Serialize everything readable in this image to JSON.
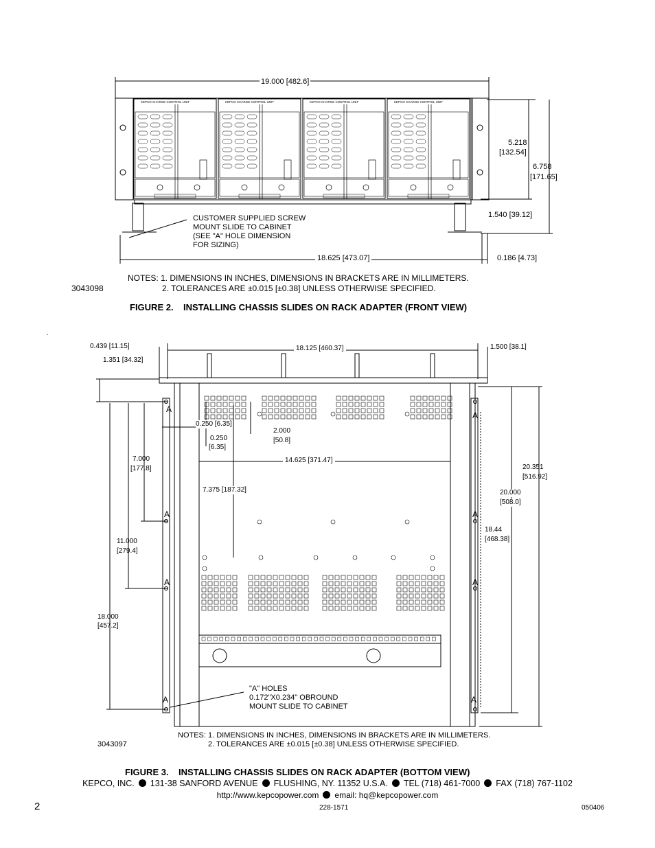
{
  "fig2": {
    "dims": {
      "width": "19.000 [482.6]",
      "height_a": "5.218",
      "height_a_mm": "[132.54]",
      "height_b": "6.758",
      "height_b_mm": "[171.65]",
      "slide": "1.540 [39.12]",
      "depth": "18.625 [473.07]",
      "offset": "0.186 [4.73]"
    },
    "unit_label": "KEPCO CHARGE CONTROL UNIT",
    "callout": [
      "CUSTOMER SUPPLIED SCREW",
      "MOUNT SLIDE TO CABINET",
      "(SEE \"A\" HOLE  DIMENSION",
      "FOR SIZING)"
    ],
    "notes_1": "NOTES: 1. DIMENSIONS IN INCHES, DIMENSIONS IN BRACKETS ARE IN MILLIMETERS.",
    "notes_2": "2. TOLERANCES ARE ±0.015 [±0.38] UNLESS OTHERWISE SPECIFIED.",
    "drawing_no": "3043098",
    "caption": "FIGURE 2.    INSTALLING CHASSIS SLIDES ON RACK ADAPTER (FRONT VIEW)"
  },
  "stray_mark": ".",
  "fig3": {
    "dims": {
      "d0439": "0.439 [11.15]",
      "d18125": "18.125 [460.37]",
      "d1500": "1.500 [38.1]",
      "d1351": "1.351 [34.32]",
      "d0250a": "0.250 [6.35]",
      "d0250b": "0.250",
      "d0250b_mm": "[6.35]",
      "d2000": "2.000",
      "d2000_mm": "[50.8]",
      "d7000": "7.000",
      "d7000_mm": "[177.8]",
      "d14625": "14.625 [371.47]",
      "d20351": "20.351",
      "d20351_mm": "[516.92]",
      "d7375": "7.375 [187.32]",
      "d20000": "20.000",
      "d20000_mm": "[508.0]",
      "d1844": "18.44",
      "d1844_mm": "[468.38]",
      "d11000": "11.000",
      "d11000_mm": "[279.4]",
      "d18000": "18.000",
      "d18000_mm": "[457.2]"
    },
    "hole_label": "A",
    "callout": [
      "\"A\" HOLES",
      "0.172\"X0.234\" OBROUND",
      "MOUNT SLIDE TO CABINET"
    ],
    "notes_1": "NOTES: 1. DIMENSIONS IN INCHES, DIMENSIONS IN BRACKETS ARE IN MILLIMETERS.",
    "notes_2": "2. TOLERANCES ARE ±0.015 [±0.38] UNLESS OTHERWISE SPECIFIED.",
    "drawing_no": "3043097",
    "caption": "FIGURE 3.    INSTALLING CHASSIS SLIDES ON RACK ADAPTER (BOTTOM VIEW)"
  },
  "footer": {
    "company": "KEPCO, INC.",
    "address": "131-38 SANFORD AVENUE",
    "city": "FLUSHING, NY. 11352 U.S.A.",
    "tel": "TEL (718) 461-7000",
    "fax": "FAX (718) 767-1102",
    "web": "http://www.kepcopower.com",
    "email": "email: hq@kepcopower.com",
    "page_number": "2",
    "doc_number": "228-1571",
    "date_code": "050406"
  }
}
